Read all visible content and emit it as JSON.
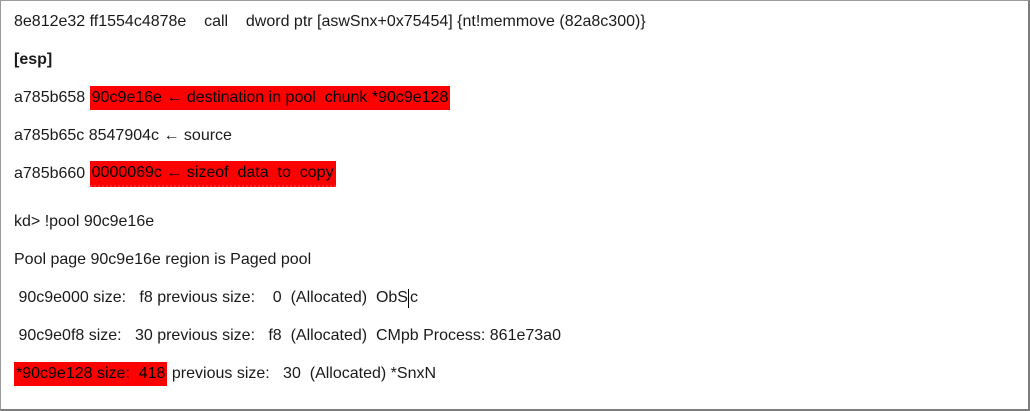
{
  "document": {
    "background_color": "#ffffff",
    "border_color": "#7d7d7d",
    "text_color": "#1a1a1a",
    "highlight_color": "#fe0000",
    "highlight_text_color": "#000000",
    "lines": [
      {
        "segments": [
          {
            "text": "8e812e32 ff1554c4878e    call    dword ptr [aswSnx+0x75454] {nt!memmove (82a8c300)}"
          }
        ]
      },
      {
        "segments": [
          {
            "text": "[esp]",
            "bold": true
          }
        ]
      },
      {
        "segments": [
          {
            "text": "a785b658 "
          },
          {
            "text": "90c9e16e ← destination in pool  chunk *90c9e128",
            "highlight": true
          }
        ]
      },
      {
        "segments": [
          {
            "text": "a785b65c 8547904c ← source"
          }
        ]
      },
      {
        "segments": [
          {
            "text": "a785b660 "
          },
          {
            "text": "0000069c ← sizeof  data  to  copy",
            "highlight": true,
            "squiggle": true
          }
        ]
      },
      {
        "extra_gap": true,
        "segments": [
          {
            "text": "kd> !pool 90c9e16e"
          }
        ]
      },
      {
        "segments": [
          {
            "text": "Pool page 90c9e16e region is Paged pool"
          }
        ]
      },
      {
        "segments": [
          {
            "text": " 90c9e000 size:   f8 previous size:    0  (Allocated)  ObS"
          },
          {
            "caret": true
          },
          {
            "text": "c"
          }
        ]
      },
      {
        "segments": [
          {
            "text": " 90c9e0f8 size:   30 previous size:   f8  (Allocated)  CMpb Process: 861e73a0"
          }
        ]
      },
      {
        "segments": [
          {
            "text": "*90c9e128 size:  418",
            "highlight": true
          },
          {
            "text": " previous size:   30  (Allocated) *SnxN"
          }
        ]
      }
    ]
  }
}
